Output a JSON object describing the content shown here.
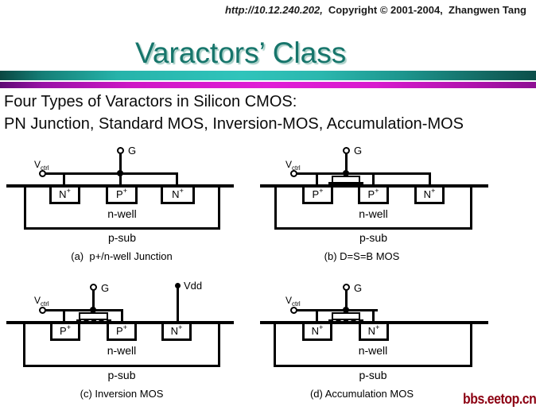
{
  "header": {
    "url_text": "http://10.12.240.202,",
    "copyright_text": "Copyright © 2001-2004,  Zhangwen Tang"
  },
  "title": "Varactors’ Class",
  "intro": {
    "line1": "Four Types of Varactors in Silicon CMOS:",
    "line2": "PN Junction, Standard MOS, Inversion-MOS, Accumulation-MOS"
  },
  "colors": {
    "title_teal": "#16756B",
    "divider_teal": "#2ABDB4",
    "divider_magenta": "#D81BCE",
    "watermark_red": "#8C0012",
    "line_black": "#000000"
  },
  "diagrams": {
    "a": {
      "caption": "(a)  p+/n-well Junction",
      "g_label": "G",
      "vctrl": {
        "base": "V",
        "sub": "ctrl"
      },
      "regions": [
        {
          "base": "N",
          "sup": "+"
        },
        {
          "base": "P",
          "sup": "+"
        },
        {
          "base": "N",
          "sup": "+"
        }
      ],
      "well_label": "n-well",
      "sub_label": "p-sub"
    },
    "b": {
      "caption": "(b) D=S=B MOS",
      "g_label": "G",
      "vctrl": {
        "base": "V",
        "sub": "ctrl"
      },
      "regions": [
        {
          "base": "P",
          "sup": "+"
        },
        {
          "base": "P",
          "sup": "+"
        },
        {
          "base": "N",
          "sup": "+"
        }
      ],
      "well_label": "n-well",
      "sub_label": "p-sub"
    },
    "c": {
      "caption": "(c) Inversion MOS",
      "g_label": "G",
      "vdd_label": "Vdd",
      "vctrl": {
        "base": "V",
        "sub": "ctrl"
      },
      "regions": [
        {
          "base": "P",
          "sup": "+"
        },
        {
          "base": "P",
          "sup": "+"
        },
        {
          "base": "N",
          "sup": "+"
        }
      ],
      "well_label": "n-well",
      "sub_label": "p-sub"
    },
    "d": {
      "caption": "(d) Accumulation MOS",
      "g_label": "G",
      "vctrl": {
        "base": "V",
        "sub": "ctrl"
      },
      "regions": [
        {
          "base": "N",
          "sup": "+"
        },
        {
          "base": "N",
          "sup": "+"
        }
      ],
      "well_label": "n-well",
      "sub_label": "p-sub"
    }
  },
  "watermark": "bbs.eetop.cn"
}
